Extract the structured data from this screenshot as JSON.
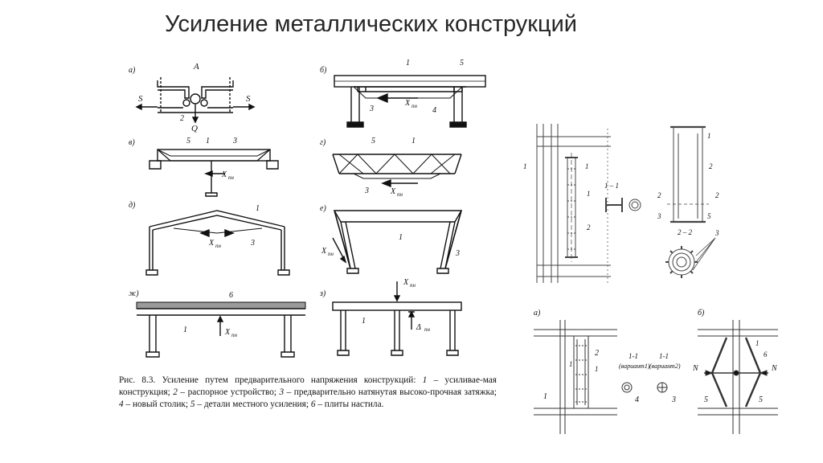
{
  "slide": {
    "title": "Усиление металлических конструкций"
  },
  "figure_8_3": {
    "caption_prefix": "Рис. 8.3. Усиление путем предварительного напряжения конструкций:",
    "legend": [
      {
        "num": "1",
        "text": "усиливае-мая конструкция;"
      },
      {
        "num": "2",
        "text": "распорное устройство;"
      },
      {
        "num": "3",
        "text": "предварительно натянутая высоко-прочная затяжка;"
      },
      {
        "num": "4",
        "text": "новый столик;"
      },
      {
        "num": "5",
        "text": "детали местного усиления;"
      },
      {
        "num": "6",
        "text": "плиты настила."
      }
    ],
    "panel_letters": {
      "a": "а)",
      "b": "б)",
      "v": "в)",
      "g": "г)",
      "d": "д)",
      "e": "е)",
      "zh": "ж)",
      "z": "з)"
    },
    "labels": {
      "A": "A",
      "S": "S",
      "Q": "Q",
      "X": "X",
      "X_sub": "пн",
      "delta": "Δ",
      "delta_sub": "пн"
    }
  },
  "figure_right_top": {
    "labels": {
      "section_1_1": "1 – 1",
      "section_2_2": "2 – 2",
      "cut": "1",
      "cut2": "2"
    }
  },
  "figure_right_bottom": {
    "panel_letters": {
      "a": "а)",
      "b": "б)"
    },
    "labels": {
      "section_1": "1-1",
      "variant1": "(вариант1)",
      "section_2": "1-1",
      "variant2": "(вариант2)",
      "N": "N"
    }
  }
}
